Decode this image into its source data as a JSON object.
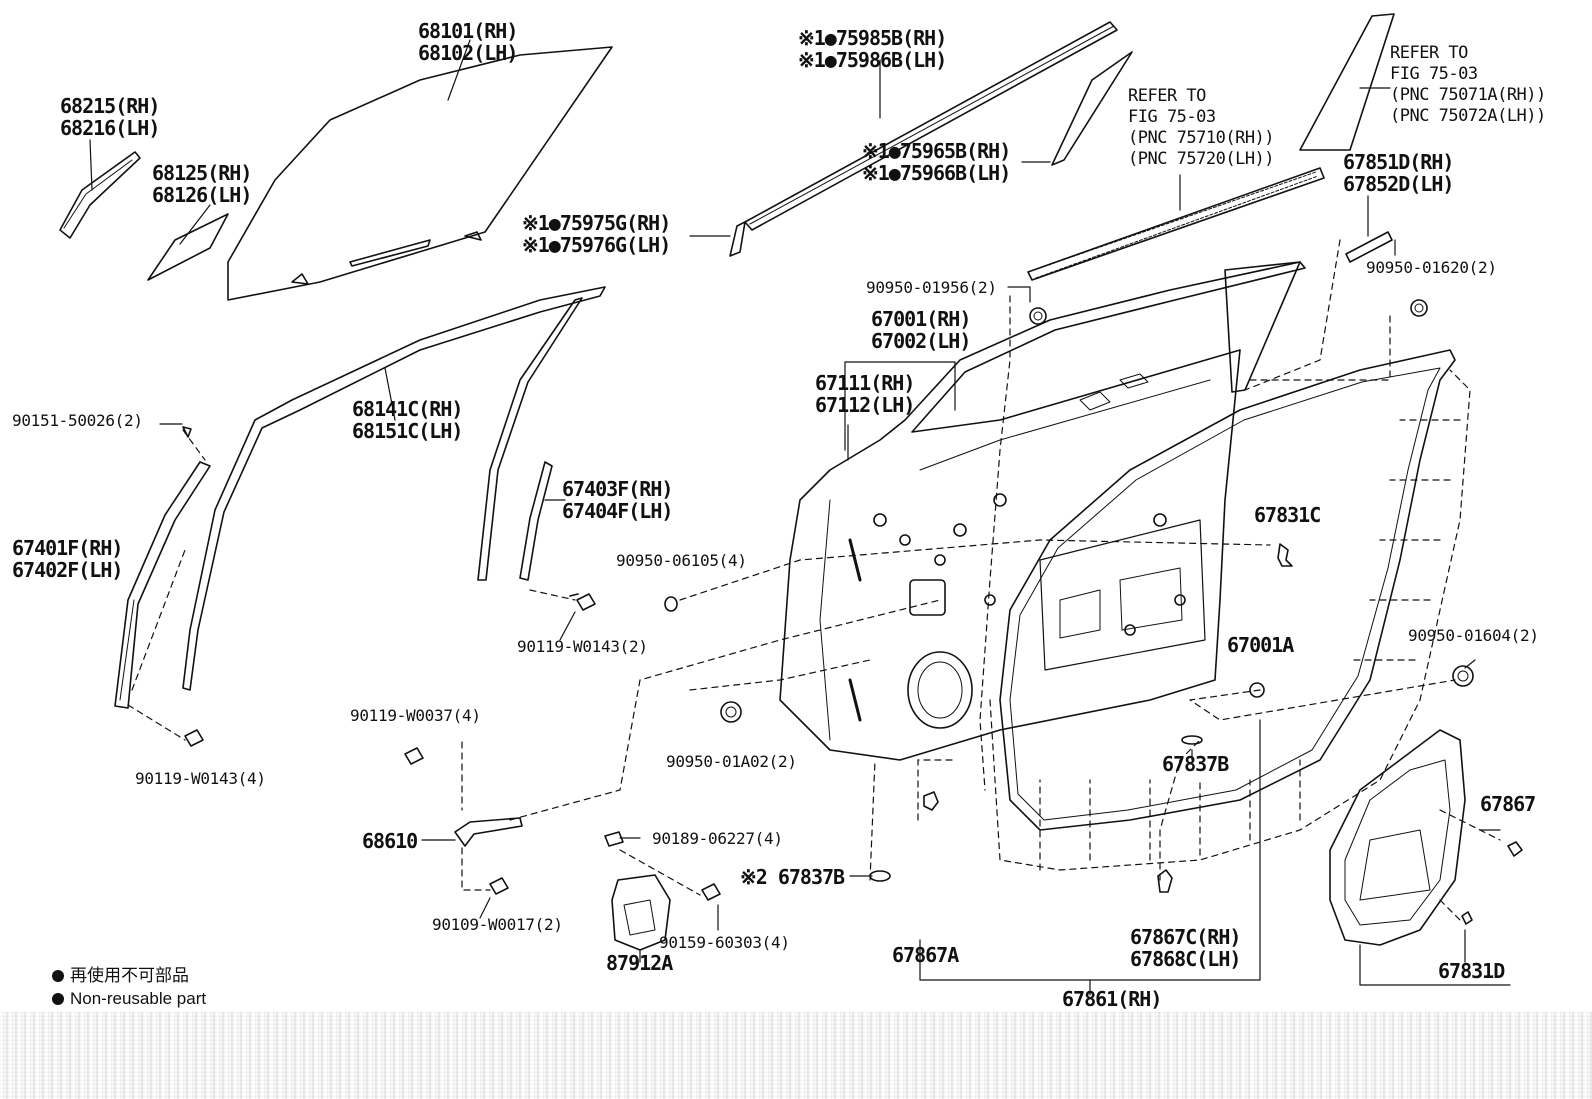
{
  "labels": {
    "p68101": "68101(RH)\n68102(LH)",
    "p68215": "68215(RH)\n68216(LH)",
    "p68125": "68125(RH)\n68126(LH)",
    "p75985": "※1●75985B(RH)\n※1●75986B(LH)",
    "p75965": "※1●75965B(RH)\n※1●75966B(LH)",
    "p75975": "※1●75975G(RH)\n※1●75976G(LH)",
    "ref1": "REFER TO\nFIG 75-03\n(PNC 75710(RH))\n(PNC 75720(LH))",
    "ref2": "REFER TO\nFIG 75-03\n(PNC 75071A(RH))\n(PNC 75072A(LH))",
    "p67851": "67851D(RH)\n67852D(LH)",
    "p90950_01956": "90950-01956(2)",
    "p90950_01620": "90950-01620(2)",
    "p67001": "67001(RH)\n67002(LH)",
    "p67111": "67111(RH)\n67112(LH)",
    "p90151": "90151-50026(2)",
    "p68141": "68141C(RH)\n68151C(LH)",
    "p67403": "67403F(RH)\n67404F(LH)",
    "p67401": "67401F(RH)\n67402F(LH)",
    "p90950_06105": "90950-06105(4)",
    "p67831c": "67831C",
    "p90119_w0143a": "90119-W0143(2)",
    "p67001a": "67001A",
    "p90950_01604": "90950-01604(2)",
    "p90950_01a02": "90950-01A02(2)",
    "p90119_w0037": "90119-W0037(4)",
    "p90119_w0143b": "90119-W0143(4)",
    "p67837b": "67837B",
    "p67867": "67867",
    "p68610": "68610",
    "p90189": "90189-06227(4)",
    "p67837b2": "※2 67837B",
    "p90109": "90109-W0017(2)",
    "p90159": "90159-60303(4)",
    "p87912a": "87912A",
    "p67867a": "67867A",
    "p67867c": "67867C(RH)\n67868C(LH)",
    "p67831d": "67831D",
    "p67861": "67861(RH)"
  },
  "legend": {
    "jp": "再使用不可部品",
    "en": "Non-reusable part"
  }
}
